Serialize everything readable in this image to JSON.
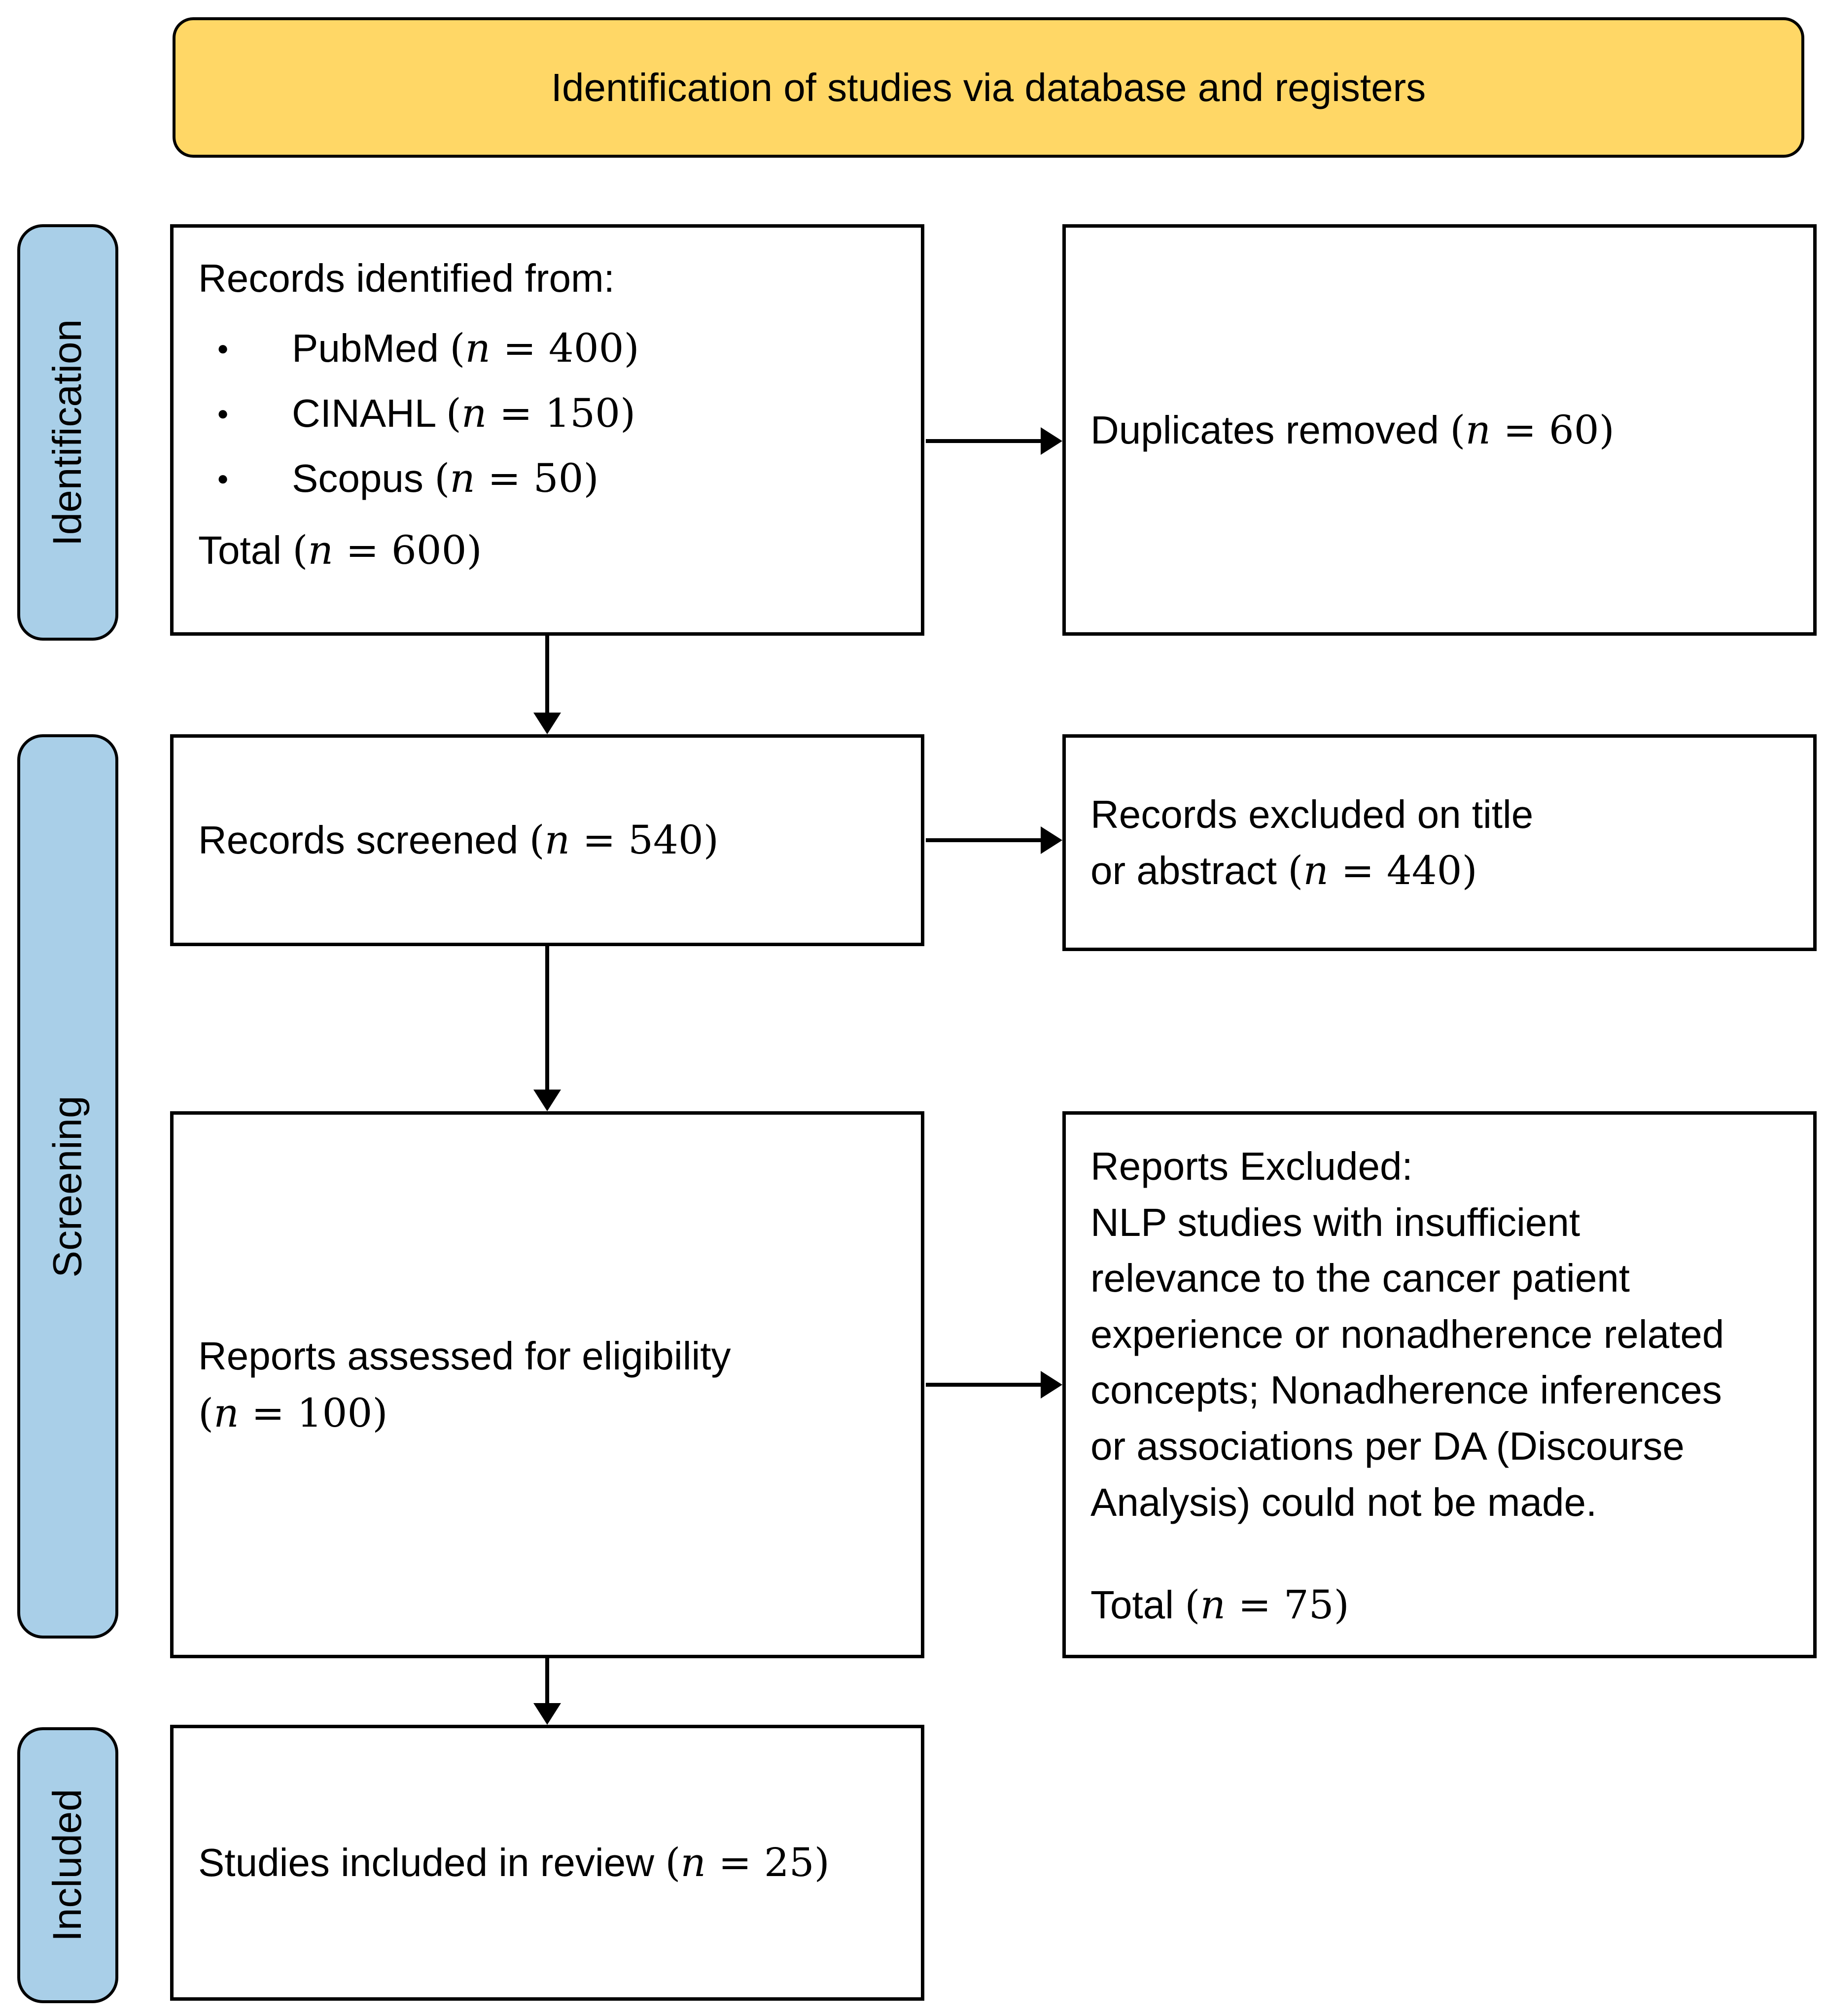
{
  "title": "Identification of studies via database and registers",
  "colors": {
    "header_bg": "#FFD766",
    "stage_bg": "#A9CFE8",
    "ink": "#000000"
  },
  "stages": {
    "identification": "Identification",
    "screening": "Screening",
    "included": "Included"
  },
  "boxes": {
    "records_identified": {
      "intro": "Records identified from:",
      "bullets": [
        {
          "label": "PubMed",
          "math": "(n = 400)"
        },
        {
          "label": "CINAHL",
          "math": "(n = 150)"
        },
        {
          "label": "Scopus",
          "math": "(n = 50)"
        }
      ],
      "total_label": "Total",
      "total_math": "(n = 600)"
    },
    "duplicates_removed": {
      "label": "Duplicates removed",
      "math": "(n = 60)"
    },
    "records_screened": {
      "label": "Records screened",
      "math": "(n = 540)"
    },
    "records_excluded": {
      "line1": "Records excluded on title",
      "line2_label": "or abstract",
      "math": "(n = 440)"
    },
    "reports_assessed": {
      "label": "Reports assessed for eligibility",
      "math": "(n = 100)"
    },
    "reports_excluded": {
      "title": "Reports Excluded:",
      "body_lines": [
        "NLP studies with insufficient",
        "relevance to the cancer patient",
        "experience or nonadherence related",
        "concepts; Nonadherence inferences",
        "or associations per DA (Discourse",
        "Analysis) could not be made."
      ],
      "total_label": "Total",
      "total_math": "(n = 75)"
    },
    "studies_included": {
      "label": "Studies included in review",
      "math": "(n = 25)"
    }
  }
}
